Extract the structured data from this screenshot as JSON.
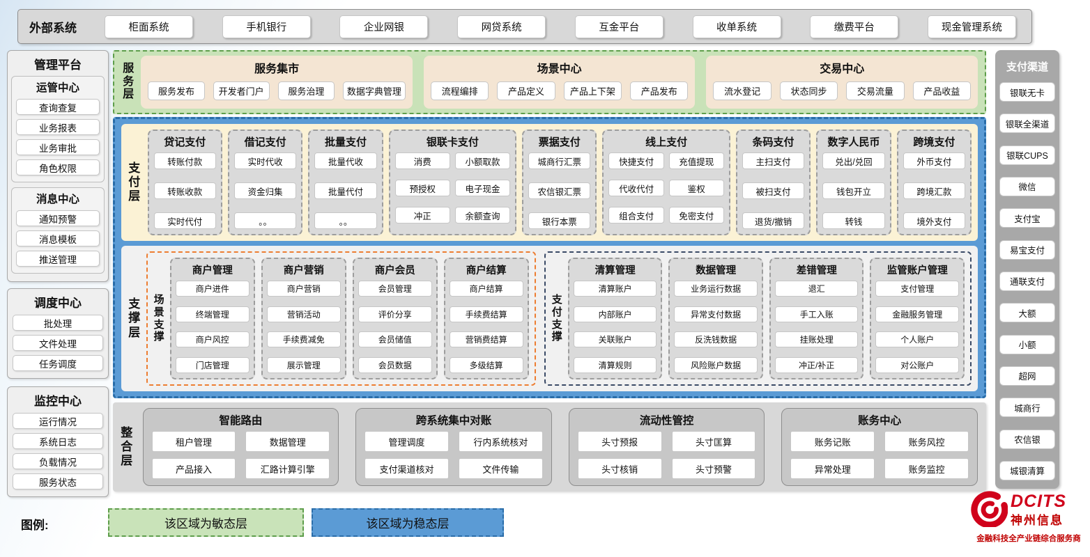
{
  "external_systems": {
    "label": "外部系统",
    "items": [
      "柜面系统",
      "手机银行",
      "企业网银",
      "网贷系统",
      "互金平台",
      "收单系统",
      "缴费平台",
      "现金管理系统"
    ]
  },
  "management_platform": {
    "title": "管理平台",
    "inner_groups": [
      {
        "title": "运管中心",
        "items": [
          "查询查复",
          "业务报表",
          "业务审批",
          "角色权限"
        ]
      },
      {
        "title": "消息中心",
        "items": [
          "通知预警",
          "消息模板",
          "推送管理"
        ]
      }
    ],
    "outer_groups": [
      {
        "title": "调度中心",
        "items": [
          "批处理",
          "文件处理",
          "任务调度"
        ]
      },
      {
        "title": "监控中心",
        "items": [
          "运行情况",
          "系统日志",
          "负载情况",
          "服务状态"
        ]
      }
    ]
  },
  "service_layer": {
    "label": "服务层",
    "groups": [
      {
        "title": "服务集市",
        "items": [
          "服务发布",
          "开发者门户",
          "服务治理",
          "数据字典管理"
        ]
      },
      {
        "title": "场景中心",
        "items": [
          "流程编排",
          "产品定义",
          "产品上下架",
          "产品发布"
        ]
      },
      {
        "title": "交易中心",
        "items": [
          "流水登记",
          "状态同步",
          "交易流量",
          "产品收益"
        ]
      }
    ]
  },
  "payment_layer": {
    "label": "支付层",
    "groups": [
      {
        "title": "贷记支付",
        "cols": 1,
        "items": [
          "转账付款",
          "转账收款",
          "实时代付"
        ]
      },
      {
        "title": "借记支付",
        "cols": 1,
        "items": [
          "实时代收",
          "资金归集",
          "。。"
        ]
      },
      {
        "title": "批量支付",
        "cols": 1,
        "items": [
          "批量代收",
          "批量代付",
          "。。"
        ]
      },
      {
        "title": "银联卡支付",
        "cols": 2,
        "items": [
          "消费",
          "小额取款",
          "预授权",
          "电子现金",
          "冲正",
          "余额查询"
        ]
      },
      {
        "title": "票据支付",
        "cols": 1,
        "items": [
          "城商行汇票",
          "农信银汇票",
          "银行本票"
        ]
      },
      {
        "title": "线上支付",
        "cols": 2,
        "items": [
          "快捷支付",
          "充值提现",
          "代收代付",
          "鉴权",
          "组合支付",
          "免密支付"
        ]
      },
      {
        "title": "条码支付",
        "cols": 1,
        "items": [
          "主扫支付",
          "被扫支付",
          "退货/撤销"
        ]
      },
      {
        "title": "数字人民币",
        "cols": 1,
        "items": [
          "兑出/兑回",
          "钱包开立",
          "转钱"
        ]
      },
      {
        "title": "跨境支付",
        "cols": 1,
        "items": [
          "外币支付",
          "跨境汇款",
          "境外支付"
        ]
      }
    ]
  },
  "support_layer": {
    "label": "支撑层",
    "sections": [
      {
        "label": "场景支撑",
        "accent": "#ED7D31",
        "groups": [
          {
            "title": "商户管理",
            "items": [
              "商户进件",
              "终端管理",
              "商户风控",
              "门店管理"
            ]
          },
          {
            "title": "商户营销",
            "items": [
              "商户营销",
              "营销活动",
              "手续费减免",
              "展示管理"
            ]
          },
          {
            "title": "商户会员",
            "items": [
              "会员管理",
              "评价分享",
              "会员储值",
              "会员数据"
            ]
          },
          {
            "title": "商户结算",
            "items": [
              "商户结算",
              "手续费结算",
              "营销费结算",
              "多级结算"
            ]
          }
        ]
      },
      {
        "label": "支付支撑",
        "accent": "#3A4A66",
        "groups": [
          {
            "title": "清算管理",
            "items": [
              "清算账户",
              "内部账户",
              "关联账户",
              "清算规则"
            ]
          },
          {
            "title": "数据管理",
            "items": [
              "业务运行数据",
              "异常支付数据",
              "反洗钱数据",
              "风险账户数据"
            ]
          },
          {
            "title": "差错管理",
            "items": [
              "退汇",
              "手工入账",
              "挂账处理",
              "冲正/补正"
            ]
          },
          {
            "title": "监管账户管理",
            "items": [
              "支付管理",
              "金融服务管理",
              "个人账户",
              "对公账户"
            ]
          }
        ]
      }
    ]
  },
  "integration_layer": {
    "label": "整合层",
    "groups": [
      {
        "title": "智能路由",
        "items": [
          "租户管理",
          "数据管理",
          "产品接入",
          "汇路计算引擎"
        ]
      },
      {
        "title": "跨系统集中对账",
        "items": [
          "管理调度",
          "行内系统核对",
          "支付渠道核对",
          "文件传输"
        ]
      },
      {
        "title": "流动性管控",
        "items": [
          "头寸预报",
          "头寸匡算",
          "头寸核销",
          "头寸预警"
        ]
      },
      {
        "title": "账务中心",
        "items": [
          "账务记账",
          "账务风控",
          "异常处理",
          "账务监控"
        ]
      }
    ]
  },
  "payment_channels": {
    "title": "支付渠道",
    "items": [
      "银联无卡",
      "银联全渠道",
      "银联CUPS",
      "微信",
      "支付宝",
      "易宝支付",
      "通联支付",
      "大额",
      "小额",
      "超网",
      "城商行",
      "农信银",
      "城银清算"
    ]
  },
  "legend": {
    "label": "图例:",
    "items": [
      {
        "text": "该区域为敏态层",
        "type": "agile",
        "color": "#C9E3B9"
      },
      {
        "text": "该区域为稳态层",
        "type": "stable",
        "color": "#5B9BD5"
      }
    ]
  },
  "logo": {
    "brand": "DCITS",
    "name": "神州信息",
    "tagline": "金融科技全产业链综合服务商"
  },
  "colors": {
    "agile_green": "#C9E2B8",
    "agile_green_border": "#5E9E4B",
    "stable_blue": "#5B9BD5",
    "stable_blue_border": "#2A6DA9",
    "external_tan": "#F2DDBD",
    "service_tan": "#F4E5D3",
    "payment_cream": "#FBF2D5",
    "group_gray": "#DADADA",
    "panel_gray": "#D8D8D8",
    "channel_gray": "#A8A8A8",
    "scene_accent": "#ED7D31",
    "payment_support_accent": "#3A4A66",
    "brand_red": "#D0021B"
  }
}
